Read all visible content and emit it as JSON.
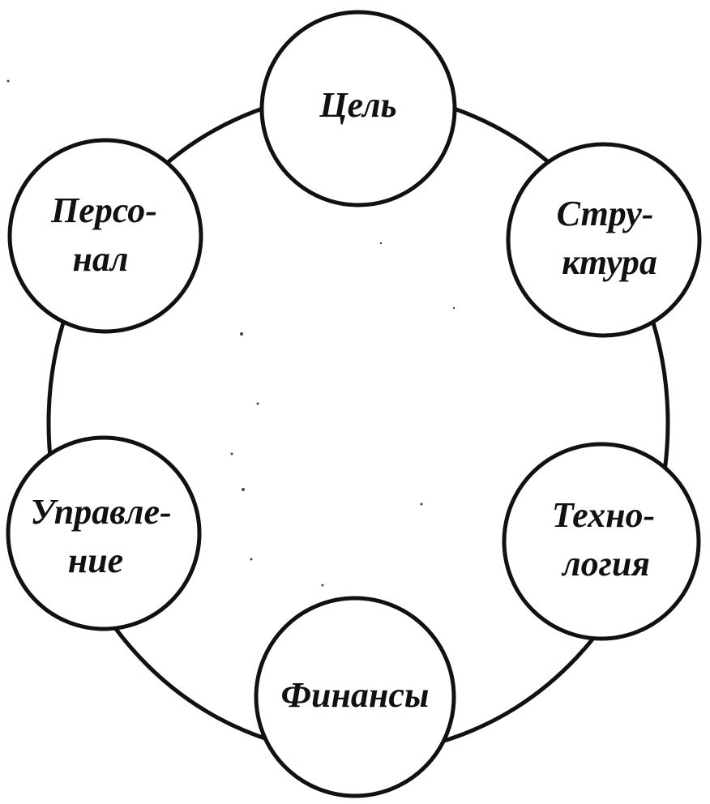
{
  "diagram": {
    "nodes": [
      {
        "id": "goal",
        "lines": [
          "Цель"
        ]
      },
      {
        "id": "structure",
        "lines": [
          "Стру-",
          "ктура"
        ]
      },
      {
        "id": "technology",
        "lines": [
          "Техно-",
          "логия"
        ]
      },
      {
        "id": "finance",
        "lines": [
          "Финансы"
        ]
      },
      {
        "id": "management",
        "lines": [
          "Управле-",
          "ние"
        ]
      },
      {
        "id": "personnel",
        "lines": [
          "Персо-",
          "нал"
        ]
      }
    ],
    "colors": {
      "stroke": "#111111",
      "fill": "#ffffff",
      "text": "#111111"
    }
  }
}
